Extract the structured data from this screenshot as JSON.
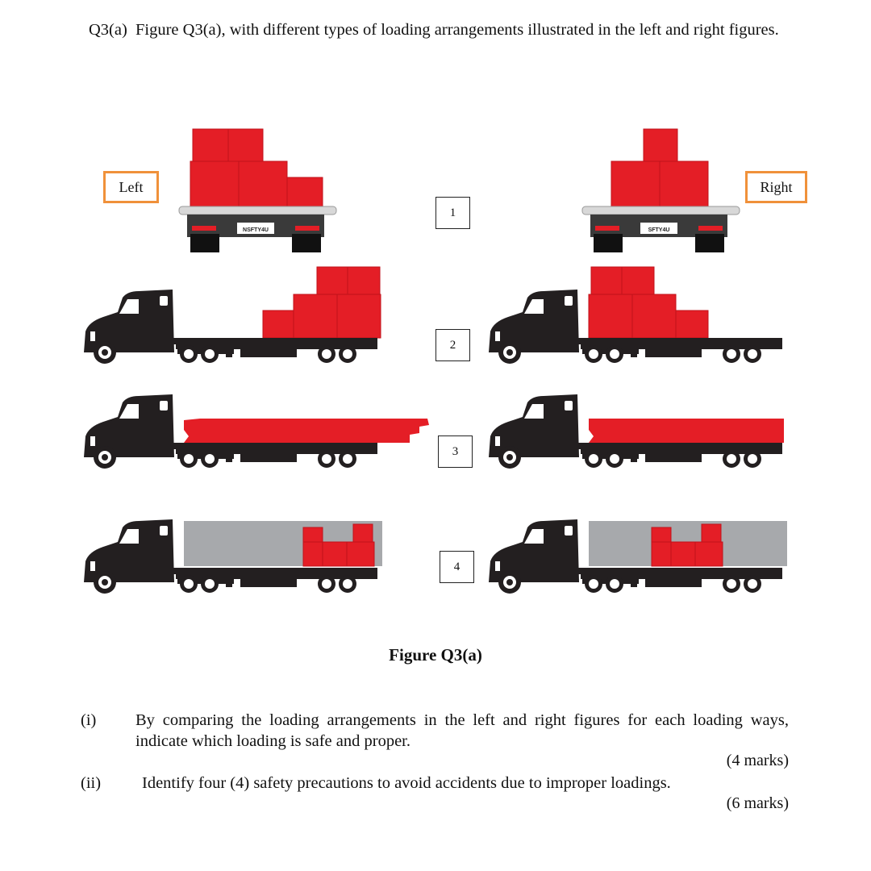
{
  "question": {
    "number": "Q3(a)",
    "text": "Figure Q3(a), with different types of loading arrangements illustrated in the left and right figures."
  },
  "figure": {
    "left_label": "Left",
    "right_label": "Right",
    "row_numbers": [
      "1",
      "2",
      "3",
      "4"
    ],
    "rear_plates": {
      "left": "NSFTY4U",
      "right": "SFTY4U"
    },
    "caption": "Figure Q3(a)",
    "colors": {
      "cargo": "#e41e26",
      "truck": "#231f20",
      "box_trailer": "#a7a9ac",
      "label_border": "#f0913a"
    }
  },
  "parts": [
    {
      "label": "(i)",
      "text": "By comparing the loading arrangements in the left and right figures for each loading ways, indicate which loading is safe and proper.",
      "marks": "(4 marks)"
    },
    {
      "label": "(ii)",
      "text": "Identify four (4) safety precautions to avoid accidents due to improper loadings.",
      "marks": "(6 marks)"
    }
  ]
}
